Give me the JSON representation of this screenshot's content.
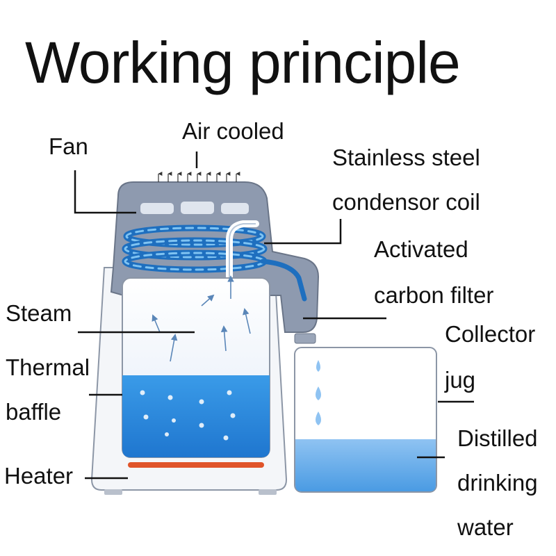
{
  "title": "Working principle",
  "labels": {
    "fan": "Fan",
    "air_cooled": "Air cooled",
    "condensor_coil_line1": "Stainless steel",
    "condensor_coil_line2": "condensor coil",
    "carbon_filter_line1": "Activated",
    "carbon_filter_line2": "carbon filter",
    "steam": "Steam",
    "thermal_baffle_line1": "Thermal",
    "thermal_baffle_line2": "baffle",
    "collector_jug_line1": "Collector",
    "collector_jug_line2": "jug",
    "heater": "Heater",
    "distilled_line1": "Distilled",
    "distilled_line2": "drinking",
    "distilled_line3": "water"
  },
  "colors": {
    "housing": "#8e9aaf",
    "water": "#2d8fe0",
    "coil": "#3aa0e6",
    "heater": "#e0542a",
    "steam_arrow": "#6c95c0",
    "leader": "#111111"
  }
}
